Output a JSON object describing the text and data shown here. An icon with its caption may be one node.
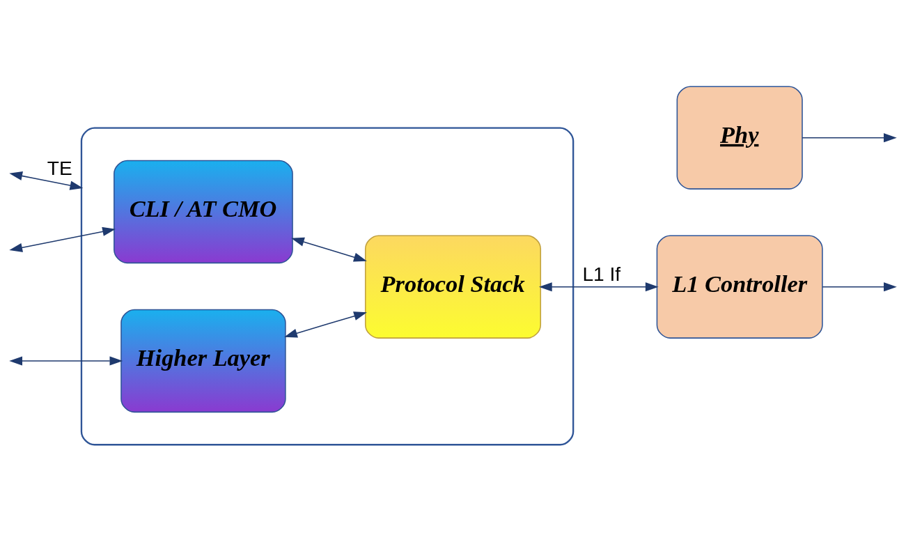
{
  "diagram": {
    "nodes": [
      {
        "text": [],
        "shape": "box"
      },
      {
        "text": [
          "CLI / AT CMO"
        ],
        "in": 0
      },
      {
        "text": [
          "Higher Layer"
        ],
        "in": 0
      },
      {
        "text": [
          "Protocol Stack"
        ],
        "in": 0
      },
      {
        "text": [
          "L1 Controller"
        ]
      },
      {
        "text": [
          "Phy"
        ]
      }
    ],
    "edges": [
      {
        "from": null,
        "to": 0,
        "arrow": "both",
        "label": "TE"
      },
      {
        "from": null,
        "to": 1,
        "arrow": "both"
      },
      {
        "from": null,
        "to": 2,
        "arrow": "both"
      },
      {
        "from": 1,
        "to": 3,
        "arrow": "both"
      },
      {
        "from": 2,
        "to": 3,
        "arrow": "both"
      },
      {
        "from": 3,
        "to": 4,
        "arrow": "both",
        "label": "L1 If"
      },
      {
        "from": 4,
        "to": null,
        "arrow": "to"
      },
      {
        "from": 5,
        "to": null,
        "arrow": "to"
      }
    ]
  }
}
